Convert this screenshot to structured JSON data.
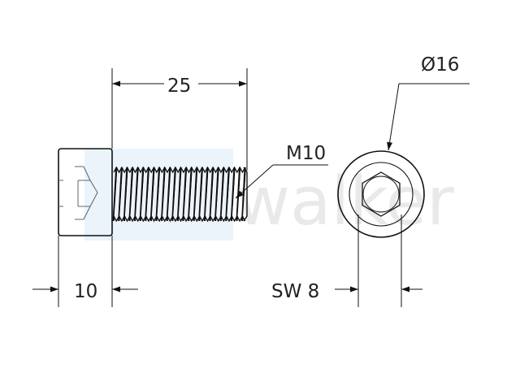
{
  "watermark": {
    "text": "walker",
    "box_color": "#dbe9f7",
    "text_color": "#e9e9e9"
  },
  "side_view": {
    "length_label": "25",
    "head_height_label": "10",
    "thread_label": "M10"
  },
  "end_view": {
    "head_diameter_label": "Ø16",
    "socket_size_label": "SW 8"
  },
  "colors": {
    "line": "#111111",
    "text": "#222222"
  }
}
